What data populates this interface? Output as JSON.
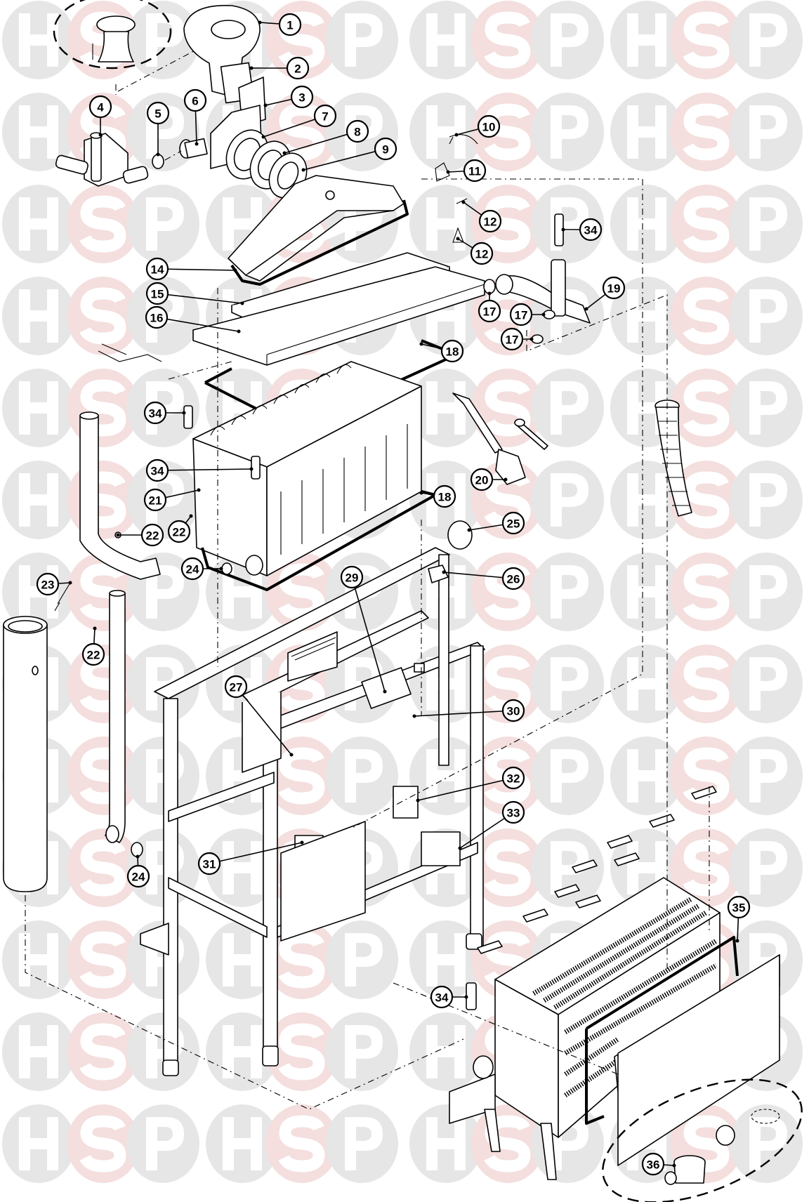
{
  "watermark": {
    "letters": [
      "H",
      "S",
      "P"
    ],
    "colors": {
      "circle_grey": "#e6e6e6",
      "circle_pink": "#f4dede",
      "letter": "#ffffff"
    }
  },
  "callouts": [
    "1",
    "2",
    "3",
    "4",
    "5",
    "6",
    "7",
    "8",
    "9",
    "10",
    "11",
    "12",
    "12",
    "34",
    "19",
    "14",
    "15",
    "16",
    "17",
    "17",
    "17",
    "18",
    "34",
    "20",
    "34",
    "21",
    "22",
    "22",
    "18",
    "25",
    "24",
    "26",
    "23",
    "29",
    "22",
    "27",
    "30",
    "32",
    "31",
    "33",
    "24",
    "35",
    "34",
    "36"
  ],
  "colors": {
    "line": "#000000",
    "background": "#ffffff"
  }
}
